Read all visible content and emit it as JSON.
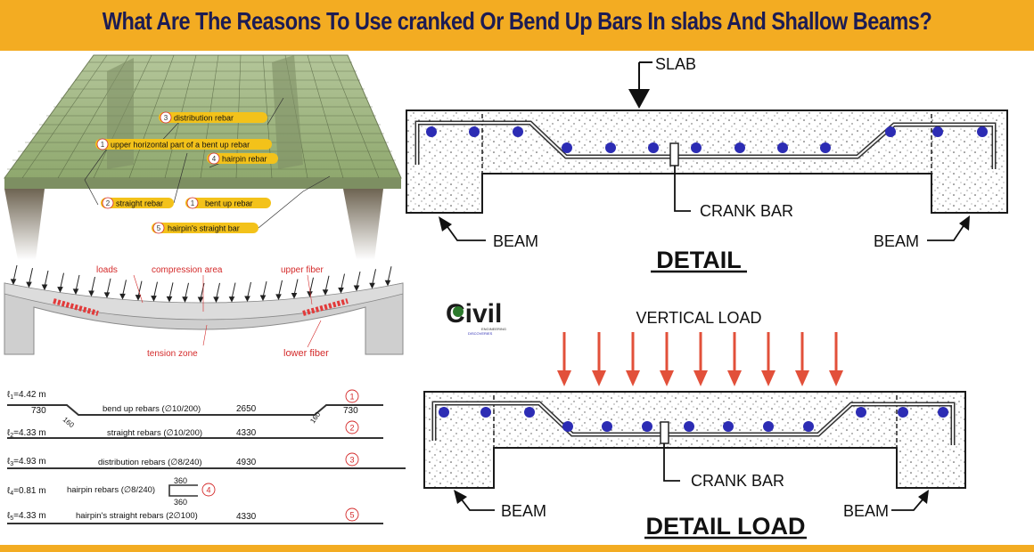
{
  "header": {
    "title": "What Are The Reasons To Use cranked  Or Bend Up Bars In slabs And Shallow Beams?"
  },
  "colors": {
    "header_bg": "#f3ac22",
    "title": "#1c1c54",
    "bar_dot": "#2c2cb4",
    "load_arrow": "#e2503a",
    "tag": "#f3c21a",
    "red_label": "#d42a2a"
  },
  "slab3d": {
    "callouts": [
      {
        "num": "3",
        "text": "distribution rebar"
      },
      {
        "num": "1",
        "text": "upper horizontal part of a bent up rebar"
      },
      {
        "num": "4",
        "text": "hairpin rebar"
      },
      {
        "num": "2",
        "text": "straight rebar"
      },
      {
        "num": "1",
        "text": "bent up rebar"
      },
      {
        "num": "5",
        "text": "hairpin's straight bar"
      }
    ]
  },
  "bending": {
    "loads": "loads",
    "compression": "compression area",
    "upper_fiber": "upper fiber",
    "tension": "tension zone",
    "lower_fiber": "lower fiber"
  },
  "schedule": {
    "rows": [
      {
        "len_sym": "ℓ",
        "len_sub": "1",
        "len": "=4.42 m",
        "desc": "bend up rebars (∅10/200)",
        "total": "2650",
        "num": "1",
        "left": "730",
        "right": "730",
        "bend_l": "160",
        "bend_r": "160"
      },
      {
        "len_sym": "ℓ",
        "len_sub": "2",
        "len": "=4.33 m",
        "desc": "straight rebars (∅10/200)",
        "total": "4330",
        "num": "2"
      },
      {
        "len_sym": "ℓ",
        "len_sub": "3",
        "len": "=4.93 m",
        "desc": "distribution rebars (∅8/240)",
        "total": "4930",
        "num": "3"
      },
      {
        "len_sym": "ℓ",
        "len_sub": "4",
        "len": "=0.81 m",
        "desc": "hairpin rebars (∅8/240)",
        "total": "",
        "num": "4",
        "top": "360",
        "bottom": "360"
      },
      {
        "len_sym": "ℓ",
        "len_sub": "5",
        "len": "=4.33 m",
        "desc": "hairpin's straight rebars (2∅100)",
        "total": "4330",
        "num": "5"
      }
    ]
  },
  "detail": {
    "slab": "SLAB",
    "crank": "CRANK BAR",
    "beam_l": "BEAM",
    "beam_r": "BEAM",
    "title": "DETAIL"
  },
  "detail_load": {
    "vertical": "VERTICAL LOAD",
    "crank": "CRANK BAR",
    "beam_l": "BEAM",
    "beam_r": "BEAM",
    "title": "DETAIL LOAD"
  },
  "logo": {
    "word": "Civil",
    "line1": "ENGINEERING",
    "line2": "DISCOVERIES"
  }
}
